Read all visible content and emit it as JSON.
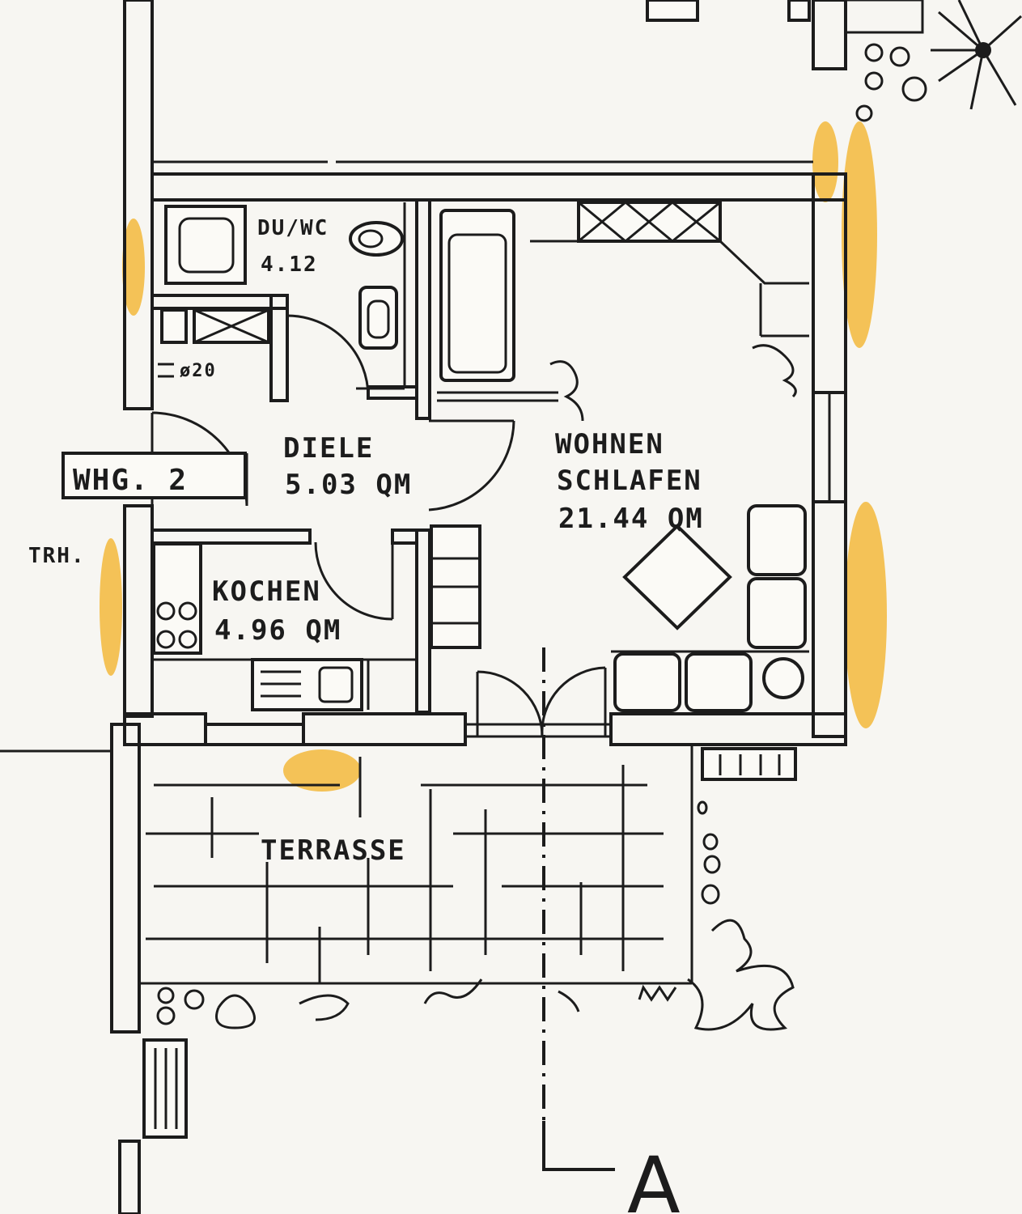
{
  "rooms": {
    "bath": {
      "name": "DU/WC",
      "area": "4.12"
    },
    "hall": {
      "name": "DIELE",
      "area": "5.03 QM"
    },
    "living": {
      "name_line1": "WOHNEN",
      "name_line2": "SCHLAFEN",
      "area": "21.44 QM"
    },
    "kitchen": {
      "name": "KOCHEN",
      "area": "4.96 QM"
    },
    "terrace": {
      "name": "TERRASSE"
    }
  },
  "labels": {
    "unit": "WHG. 2",
    "stairwell": "TRH.",
    "chimney": "ø20",
    "section_marker": "A"
  },
  "colors": {
    "ink": "#1c1c1c",
    "paper": "#f7f6f2",
    "highlight": "#f2b530"
  }
}
